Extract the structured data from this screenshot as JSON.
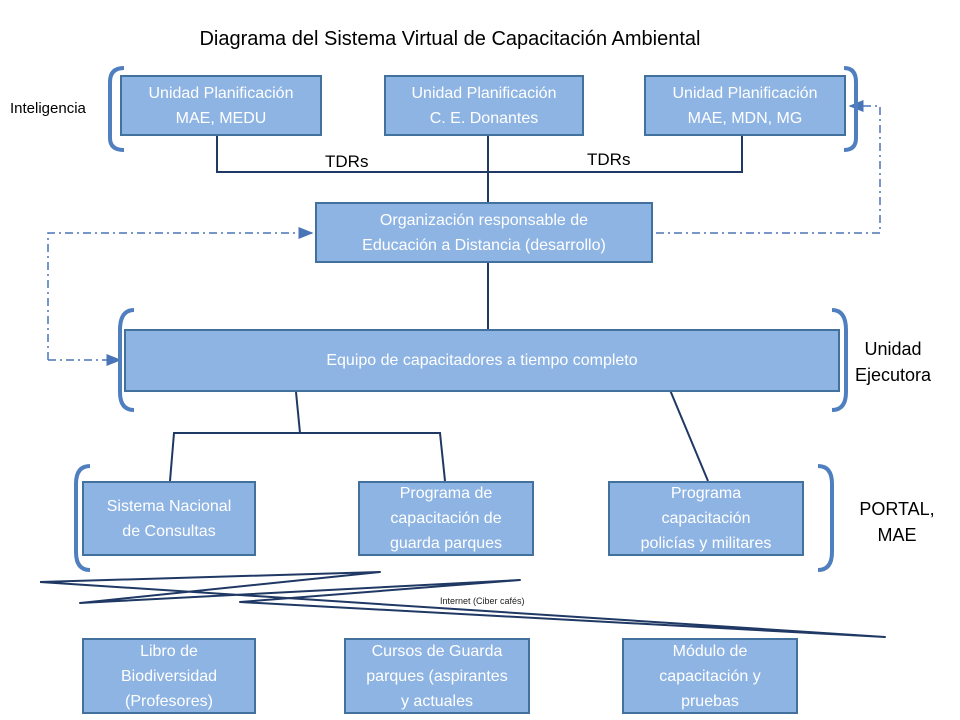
{
  "title": "Diagrama del Sistema Virtual de Capacitación Ambiental",
  "labels": {
    "inteligencia": "Inteligencia",
    "unidad_ejecutora": "Unidad\nEjecutora",
    "portal": "PORTAL,\nMAE",
    "tdrs_left": "TDRs",
    "tdrs_right": "TDRs",
    "internet": "Internet (Ciber cafés)"
  },
  "nodes": {
    "planif_mae_medu": "Unidad Planificación\nMAE, MEDU",
    "planif_donantes": "Unidad Planificación\nC. E. Donantes",
    "planif_mae_mdn": "Unidad Planificación\nMAE, MDN, MG",
    "organizacion": "Organización responsable de\nEducación a Distancia (desarrollo)",
    "equipo": "Equipo de capacitadores a tiempo completo",
    "sistema_consultas": "Sistema Nacional\nde Consultas",
    "programa_guarda": "Programa de\ncapacitación de\nguarda parques",
    "programa_policias": "Programa\ncapacitación\npolicías y militares",
    "libro": "Libro de\nBiodiversidad\n(Profesores)",
    "cursos": "Cursos de Guarda\nparques (aspirantes\ny actuales",
    "modulo": "Módulo de\ncapacitación y\npruebas"
  },
  "colors": {
    "box_fill": "#8eb4e3",
    "box_border": "#41719c",
    "line": "#1f3864",
    "bracket": "#4f7fbf"
  }
}
